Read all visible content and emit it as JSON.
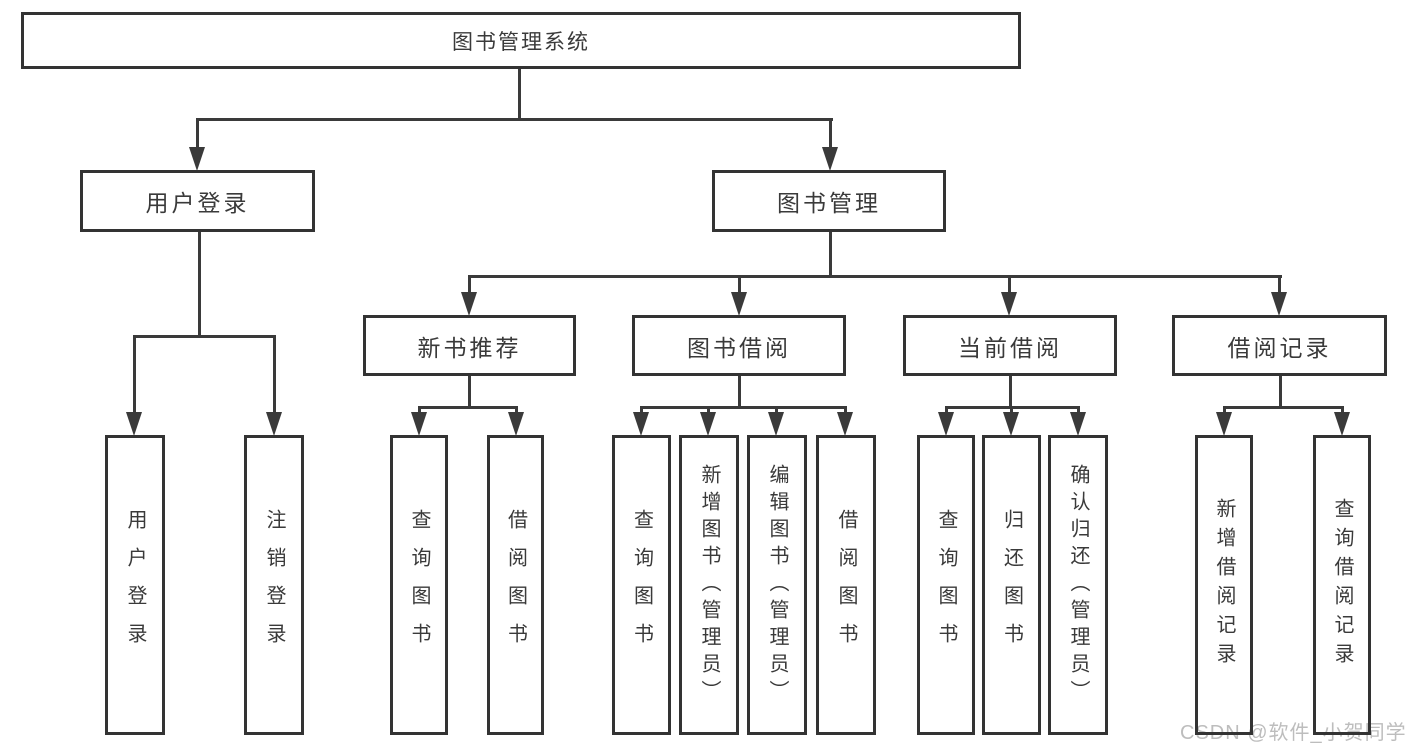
{
  "labels": {
    "root": "图书管理系统",
    "user_login": "用户登录",
    "book_mgmt": "图书管理",
    "new_book_rec": "新书推荐",
    "book_borrow": "图书借阅",
    "current_borrow": "当前借阅",
    "borrow_record": "借阅记录",
    "ul_user_login": "用户登录",
    "ul_logout": "注销登录",
    "nb_query_book": "查询图书",
    "nb_borrow_book": "借阅图书",
    "bb_query_book": "查询图书",
    "bb_add_book": "新增图书（管理员）",
    "bb_edit_book": "编辑图书（管理员）",
    "bb_borrow_book": "借阅图书",
    "cb_query_book": "查询图书",
    "cb_return_book": "归还图书",
    "cb_confirm_return": "确认归还（管理员）",
    "br_add_record": "新增借阅记录",
    "br_query_record": "查询借阅记录",
    "watermark": "CSDN @软件_小贺同学"
  },
  "hierarchy": {
    "root": [
      "user_login",
      "book_mgmt"
    ],
    "user_login": [
      "ul_user_login",
      "ul_logout"
    ],
    "book_mgmt": [
      "new_book_rec",
      "book_borrow",
      "current_borrow",
      "borrow_record"
    ],
    "new_book_rec": [
      "nb_query_book",
      "nb_borrow_book"
    ],
    "book_borrow": [
      "bb_query_book",
      "bb_add_book",
      "bb_edit_book",
      "bb_borrow_book"
    ],
    "current_borrow": [
      "cb_query_book",
      "cb_return_book",
      "cb_confirm_return"
    ],
    "borrow_record": [
      "br_add_record",
      "br_query_record"
    ]
  },
  "colors": {
    "line": "#3a3a3a",
    "box_border": "#333333",
    "text": "#3a3a3a",
    "watermark": "#bdbdbd",
    "background": "#ffffff"
  }
}
